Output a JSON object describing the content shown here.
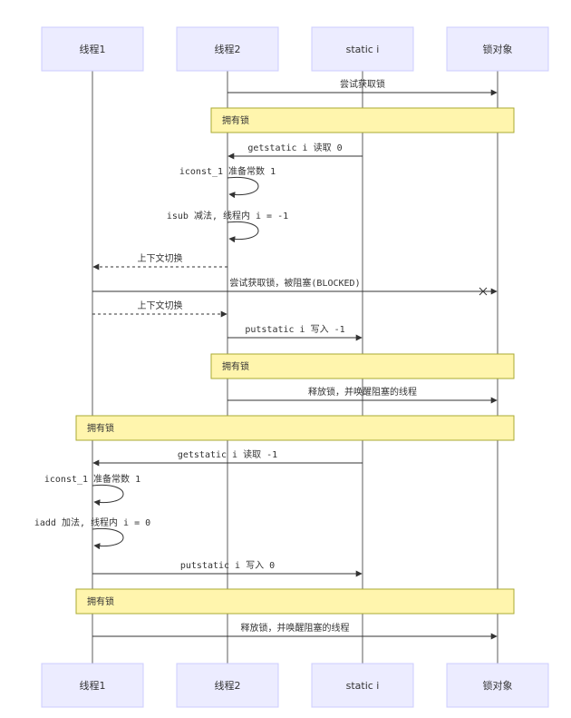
{
  "actors": [
    {
      "id": "t1",
      "label": "线程1"
    },
    {
      "id": "t2",
      "label": "线程2"
    },
    {
      "id": "si",
      "label": "static i"
    },
    {
      "id": "lock",
      "label": "锁对象"
    }
  ],
  "events": [
    {
      "kind": "msg",
      "from": "t2",
      "to": "lock",
      "label": "尝试获取锁",
      "style": "solid"
    },
    {
      "kind": "note",
      "over": [
        "t2",
        "lock"
      ],
      "label": "拥有锁"
    },
    {
      "kind": "msg",
      "from": "si",
      "to": "t2",
      "label": "getstatic i 读取 0",
      "style": "solid"
    },
    {
      "kind": "self",
      "actor": "t2",
      "label": "iconst_1 准备常数 1"
    },
    {
      "kind": "self",
      "actor": "t2",
      "label": "isub 减法, 线程内 i = -1"
    },
    {
      "kind": "msg",
      "from": "t2",
      "to": "t1",
      "label": "上下文切换",
      "style": "dashed"
    },
    {
      "kind": "msg",
      "from": "t1",
      "to": "lock",
      "label": "尝试获取锁，被阻塞(BLOCKED)",
      "style": "solid",
      "cross": true
    },
    {
      "kind": "msg",
      "from": "t1",
      "to": "t2",
      "label": "上下文切换",
      "style": "dashed"
    },
    {
      "kind": "msg",
      "from": "t2",
      "to": "si",
      "label": "putstatic i 写入 -1",
      "style": "solid"
    },
    {
      "kind": "note",
      "over": [
        "t2",
        "lock"
      ],
      "label": "拥有锁"
    },
    {
      "kind": "msg",
      "from": "t2",
      "to": "lock",
      "label": "释放锁，并唤醒阻塞的线程",
      "style": "solid"
    },
    {
      "kind": "note",
      "over": [
        "t1",
        "lock"
      ],
      "label": "拥有锁"
    },
    {
      "kind": "msg",
      "from": "si",
      "to": "t1",
      "label": "getstatic i 读取 -1",
      "style": "solid"
    },
    {
      "kind": "self",
      "actor": "t1",
      "label": "iconst_1 准备常数 1"
    },
    {
      "kind": "self",
      "actor": "t1",
      "label": "iadd 加法, 线程内 i = 0"
    },
    {
      "kind": "msg",
      "from": "t1",
      "to": "si",
      "label": "putstatic i 写入 0",
      "style": "solid"
    },
    {
      "kind": "note",
      "over": [
        "t1",
        "lock"
      ],
      "label": "拥有锁"
    },
    {
      "kind": "msg",
      "from": "t1",
      "to": "lock",
      "label": "释放锁，并唤醒阻塞的线程",
      "style": "solid"
    }
  ],
  "colors": {
    "actor_fill": "#ECECFF",
    "actor_stroke": "#CCCCFF",
    "note_fill": "#FFF5AD",
    "note_stroke": "#AAAA33",
    "line": "#333333"
  }
}
